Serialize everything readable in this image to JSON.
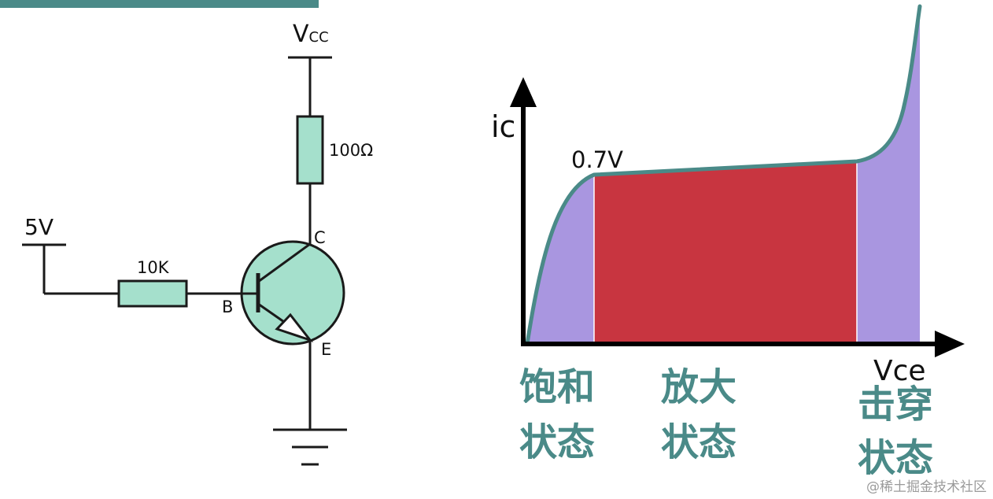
{
  "colors": {
    "teal": "#4a8a88",
    "component_fill": "#a5e0cc",
    "purple": "#a996e0",
    "red": "#c83540",
    "stroke": "#1a1a1a"
  },
  "circuit": {
    "vcc_main": "V",
    "vcc_sub": "CC",
    "resistor_top": "100Ω",
    "input_voltage": "5V",
    "resistor_base": "10K",
    "collector": "C",
    "base": "B",
    "emitter": "E"
  },
  "graph": {
    "y_axis_label": "ic",
    "x_axis_label": "Vce",
    "knee_label": "0.7V",
    "regions": [
      {
        "line1": "饱和",
        "line2": "状态"
      },
      {
        "line1": "放大",
        "line2": "状态"
      },
      {
        "line1": "击穿",
        "line2": "状态"
      }
    ]
  },
  "watermark": "@稀土掘金技术社区"
}
